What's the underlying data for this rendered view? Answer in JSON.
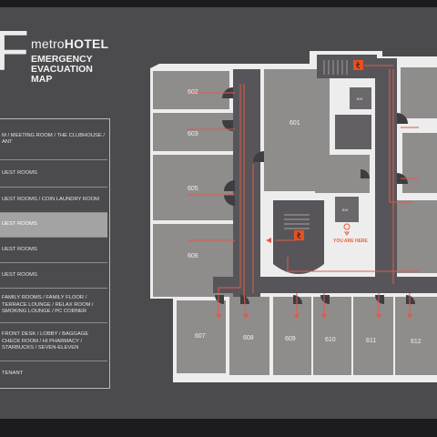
{
  "sign": {
    "floor_letter": "F",
    "brand_light": "metro",
    "brand_bold": "HOTEL",
    "title_lines": [
      "EMERGENCY",
      "EVACUATION",
      "MAP"
    ]
  },
  "legend": [
    {
      "text": "M / MEETING ROOM / THE CLUBHOUSE / ANT",
      "active": false
    },
    {
      "text": "UEST ROOMS",
      "active": false
    },
    {
      "text": "UEST ROOMS / COIN LAUNDRY ROOM",
      "active": false
    },
    {
      "text": "UEST ROOMS",
      "active": true
    },
    {
      "text": "UEST ROOMS",
      "active": false
    },
    {
      "text": "UEST ROOMS",
      "active": false
    },
    {
      "text": "FAMILY ROOMS / FAMILY FLOOR / TERRACE LOUNGE / RELAX ROOM / SMOKING LOUNGE / PC CORNER",
      "active": false
    },
    {
      "text": "FRONT DESK / LOBBY / BAGGAGE CHECK ROOM / HI PHARMACY / STARBUCKS / SEVEN-ELEVEN",
      "active": false
    },
    {
      "text": "TENANT",
      "active": false
    }
  ],
  "rooms": [
    "602",
    "603",
    "605",
    "606",
    "601",
    "607",
    "608",
    "609",
    "610",
    "611",
    "612"
  ],
  "markers": {
    "you_are_here": "YOU ARE HERE",
    "elevator": "E/V"
  },
  "colors": {
    "plaque": "#4b4a4c",
    "room": "#8f8c8c",
    "wall": "#ededed",
    "route": "#e05a4a",
    "exit": "#e8501f"
  }
}
